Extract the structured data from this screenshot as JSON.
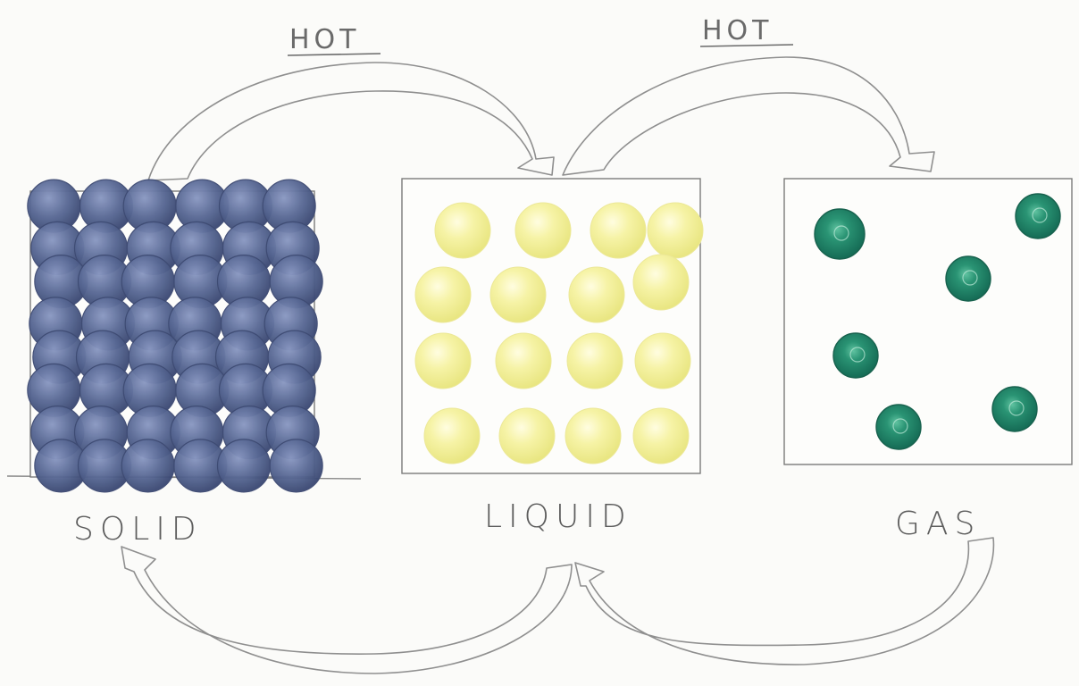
{
  "labels": {
    "top_left_arrow": "HOT",
    "top_right_arrow": "HOT",
    "solid": "SOLID",
    "liquid": "LIQUID",
    "gas": "GAS"
  },
  "colors": {
    "solid_particles": "#4c5c88",
    "liquid_particles": "#f3f19a",
    "gas_particles": "#22866a",
    "pencil": "#8f8f8f",
    "paper": "#fbfbf9"
  },
  "particle_counts": {
    "solid": 48,
    "liquid": 16,
    "gas": 6
  }
}
